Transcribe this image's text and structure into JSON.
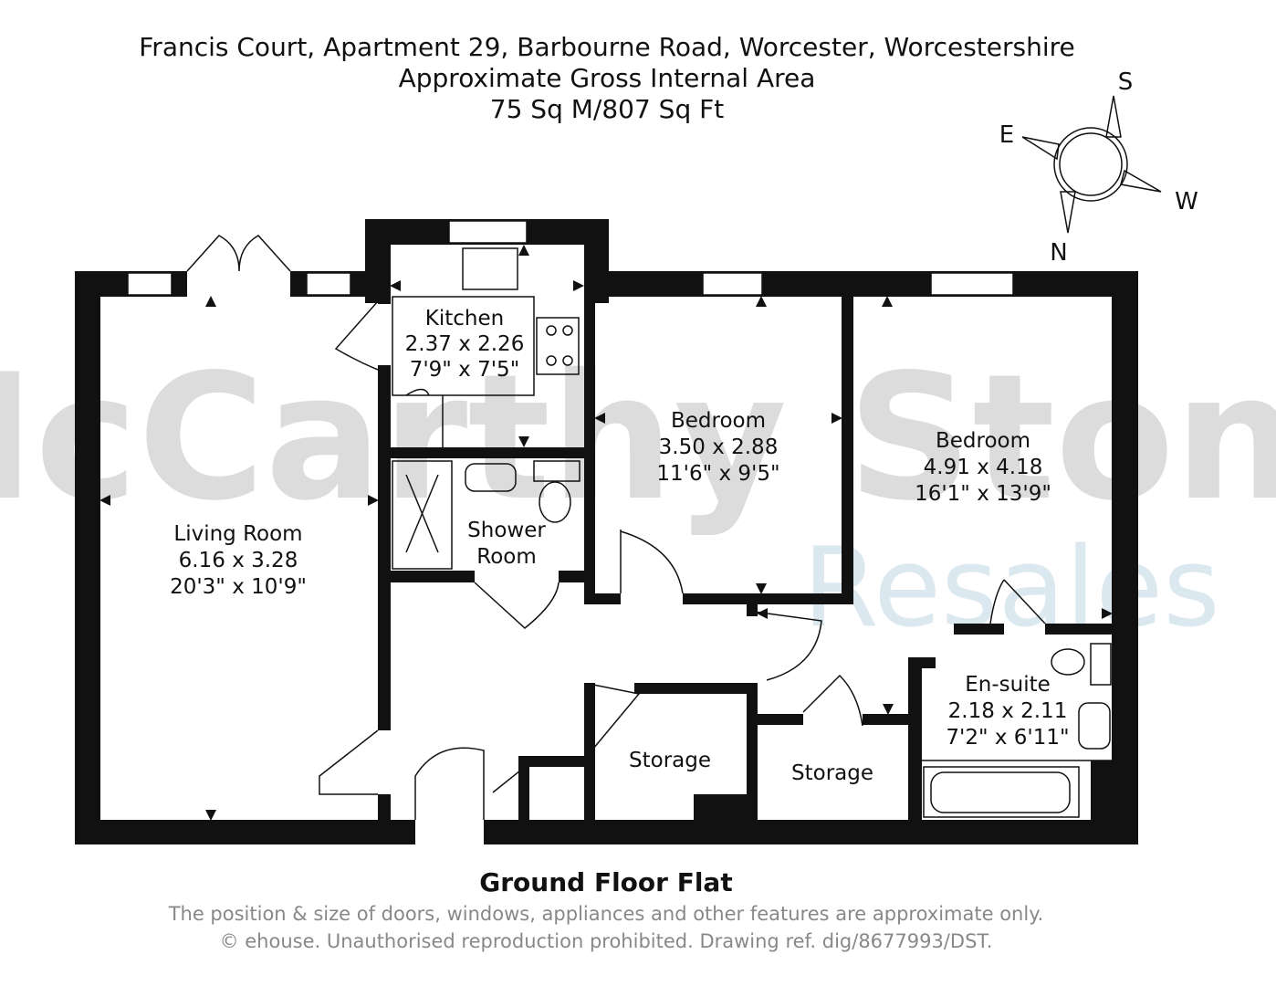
{
  "header": {
    "address": "Francis Court, Apartment 29, Barbourne Road, Worcester, Worcestershire",
    "area_label": "Approximate Gross Internal Area",
    "area_value": "75 Sq M/807 Sq Ft"
  },
  "compass": {
    "n": "N",
    "s": "S",
    "e": "E",
    "w": "W"
  },
  "watermark": {
    "line1": "McCarthy Stone",
    "line2": "Resales",
    "color1": "#dcdcdc",
    "color2": "#dce8ef"
  },
  "rooms": {
    "kitchen": {
      "name": "Kitchen",
      "metric": "2.37 x 2.26",
      "imperial": "7'9\" x 7'5\""
    },
    "bedroom1": {
      "name": "Bedroom",
      "metric": "3.50 x 2.88",
      "imperial": "11'6\" x 9'5\""
    },
    "bedroom2": {
      "name": "Bedroom",
      "metric": "4.91 x 4.18",
      "imperial": "16'1\" x 13'9\""
    },
    "living": {
      "name": "Living Room",
      "metric": "6.16 x 3.28",
      "imperial": "20'3\" x 10'9\""
    },
    "shower": {
      "name1": "Shower",
      "name2": "Room"
    },
    "ensuite": {
      "name": "En-suite",
      "metric": "2.18 x 2.11",
      "imperial": "7'2\" x 6'11\""
    },
    "storage1": {
      "name": "Storage"
    },
    "storage2": {
      "name": "Storage"
    }
  },
  "footer": {
    "title": "Ground Floor Flat",
    "disclaimer": "The position & size of doors, windows, appliances and other features are approximate only.",
    "copyright": "© ehouse. Unauthorised reproduction prohibited. Drawing ref. dig/8677993/DST."
  }
}
